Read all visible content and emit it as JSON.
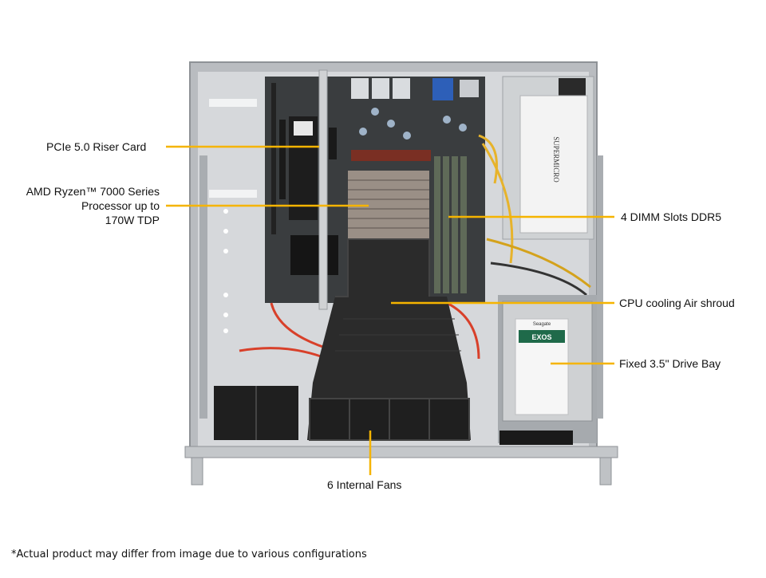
{
  "callouts": {
    "riser": "PCIe 5.0 Riser Card",
    "cpu_line1": "AMD Ryzen™  7000 Series",
    "cpu_line2": "Processor up to",
    "cpu_line3": "170W TDP",
    "dimm": "4 DIMM Slots DDR5",
    "shroud": "CPU cooling Air shroud",
    "drive": "Fixed 3.5\" Drive Bay",
    "fans": "6 Internal  Fans"
  },
  "psu_brand": "SUPERMICRO",
  "drive_brand": "EXOS",
  "drive_maker": "Seagate",
  "footnote": "*Actual product may differ from image due to various configurations",
  "colors": {
    "leader": "#f5b400",
    "chassis": "#c9ccd0",
    "shroud": "#2b2b2b",
    "board": "#3a3d3f",
    "psu": "#cfd2d4"
  }
}
